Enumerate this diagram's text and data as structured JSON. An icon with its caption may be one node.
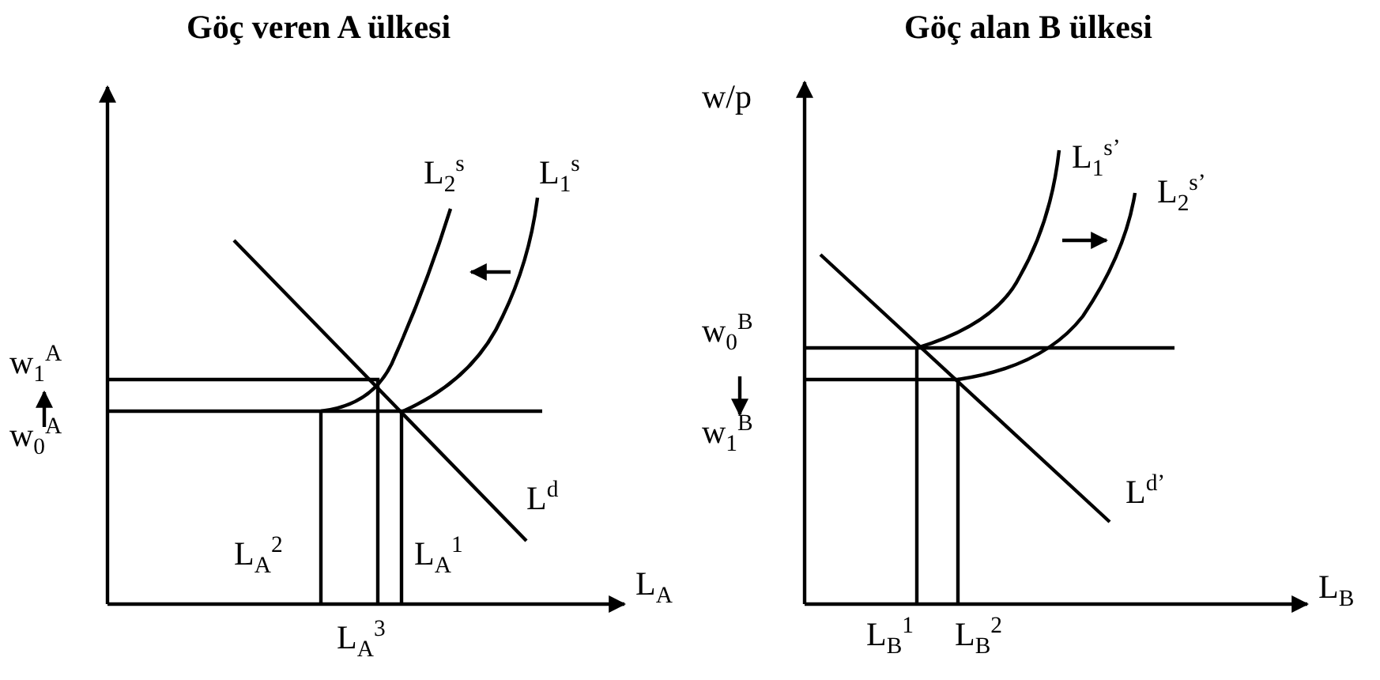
{
  "diagram": {
    "labels": [
      "Göç veren A ülkesi",
      "Göç alan B ülkesi",
      "w/p",
      "L$_{2}$$^{s}$",
      "L$_{1}$$^{s}$",
      "L$_{1}$$^{s’}$",
      "L$_{2}$$^{s’}$",
      "w$_{1}$$^{A}$",
      "w$_{0}$$^{B}$",
      "w$_{0}$$^{A}$",
      "w$_{1}$$^{B}$",
      "L$^{d}$",
      "L$^{d’}$",
      "L$_{A}$$^{2}$",
      "L$_{A}$$^{1}$",
      "L$_{A}$",
      "L$_{B}$",
      "L$_{A}$$^{3}$",
      "L$_{B}$$^{1}$",
      "L$_{B}$$^{2}$"
    ]
  }
}
